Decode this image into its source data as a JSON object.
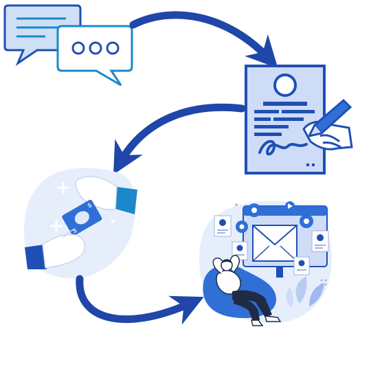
{
  "diagram": {
    "steps": [
      {
        "id": "chat",
        "icon": "chat-bubbles-icon"
      },
      {
        "id": "contract",
        "icon": "signed-contract-icon"
      },
      {
        "id": "payment",
        "icon": "money-handover-icon"
      },
      {
        "id": "relax",
        "icon": "person-relaxing-with-email-icon"
      }
    ],
    "arrows": [
      "chat-to-contract",
      "contract-to-payment",
      "payment-to-relax"
    ],
    "colors": {
      "arrow": "#1f46a8",
      "dark_blue": "#1f4fb4",
      "mid_blue": "#2f6fd6",
      "light_blue": "#cfdcf8",
      "pale_blue": "#e6eefc",
      "teal": "#1a88c9",
      "skin": "#ffffff"
    },
    "money_symbol": "$"
  }
}
